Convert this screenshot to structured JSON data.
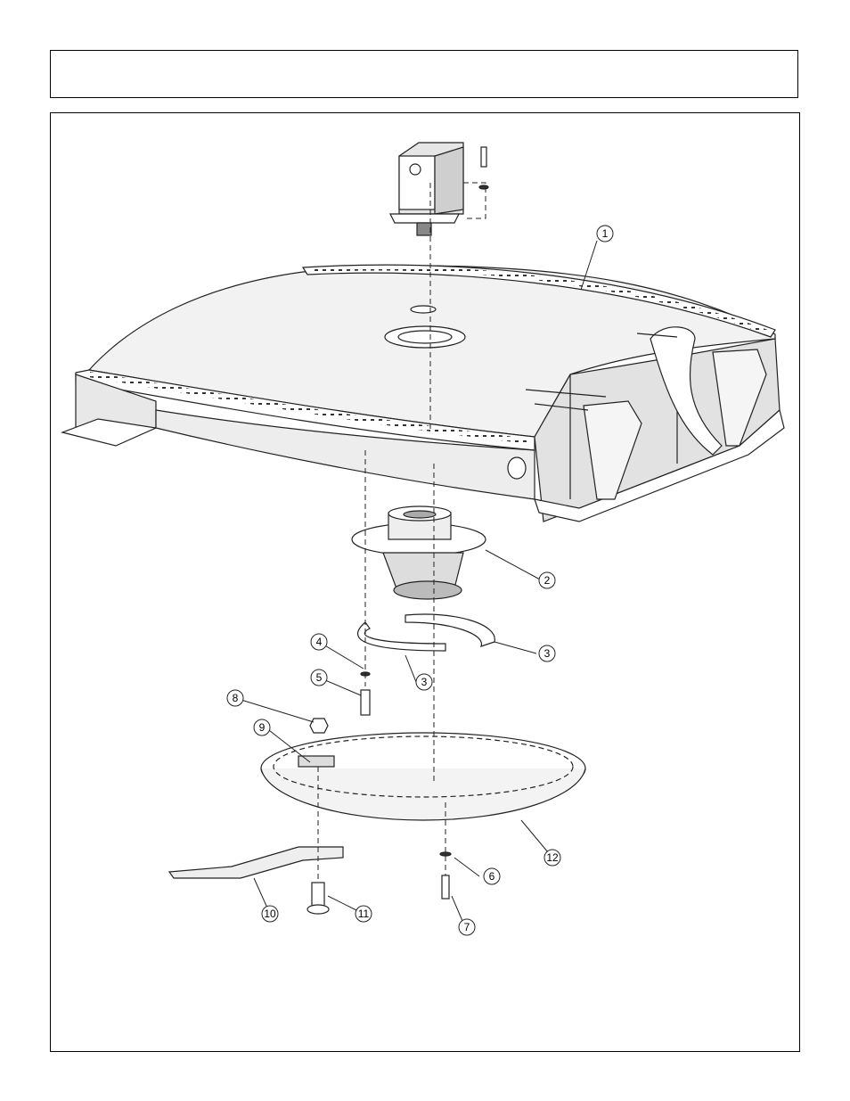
{
  "header": {
    "title": ""
  },
  "callouts": [
    {
      "label": "1"
    },
    {
      "label": "2"
    },
    {
      "label": "3"
    },
    {
      "label": "3"
    },
    {
      "label": "4"
    },
    {
      "label": "5"
    },
    {
      "label": "6"
    },
    {
      "label": "7"
    },
    {
      "label": "8"
    },
    {
      "label": "9"
    },
    {
      "label": "10"
    },
    {
      "label": "11"
    },
    {
      "label": "12"
    }
  ]
}
